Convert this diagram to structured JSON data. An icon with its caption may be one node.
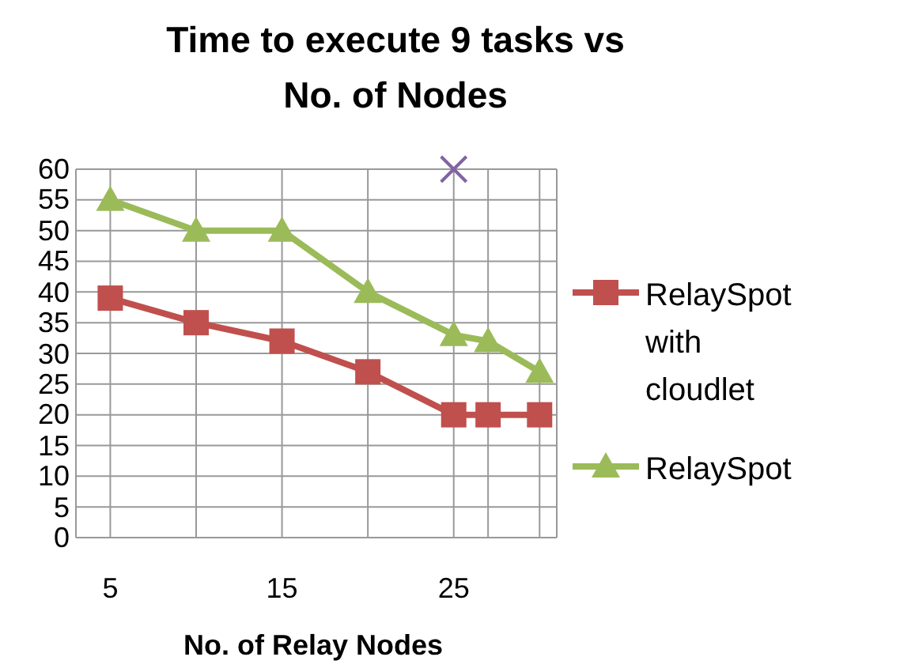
{
  "diagram": {
    "chart_data": {
      "type": "line",
      "title": "Time to execute 9 tasks vs No. of Nodes",
      "xlabel": "No. of Relay Nodes",
      "x": [
        5,
        10,
        15,
        20,
        25,
        27,
        30
      ],
      "series": [
        {
          "name": "RelaySpot with cloudlet",
          "color": "#c0504d",
          "marker": "square",
          "values": [
            39,
            35,
            32,
            27,
            20,
            20,
            20
          ]
        },
        {
          "name": "RelaySpot",
          "color": "#9bbb59",
          "marker": "triangle",
          "values": [
            55,
            50,
            50,
            40,
            33,
            32,
            27
          ]
        },
        {
          "color": "#8064a2",
          "marker": "x",
          "values": [
            null,
            null,
            null,
            null,
            60,
            null,
            null
          ]
        }
      ],
      "xlim": [
        3,
        31
      ],
      "grid": true,
      "legend": true,
      "ylim": [
        0,
        60
      ],
      "yticks": [
        0,
        5,
        10,
        15,
        20,
        25,
        30,
        35,
        40,
        45,
        50,
        55,
        60
      ],
      "xticks": [
        5,
        15,
        25
      ]
    }
  }
}
